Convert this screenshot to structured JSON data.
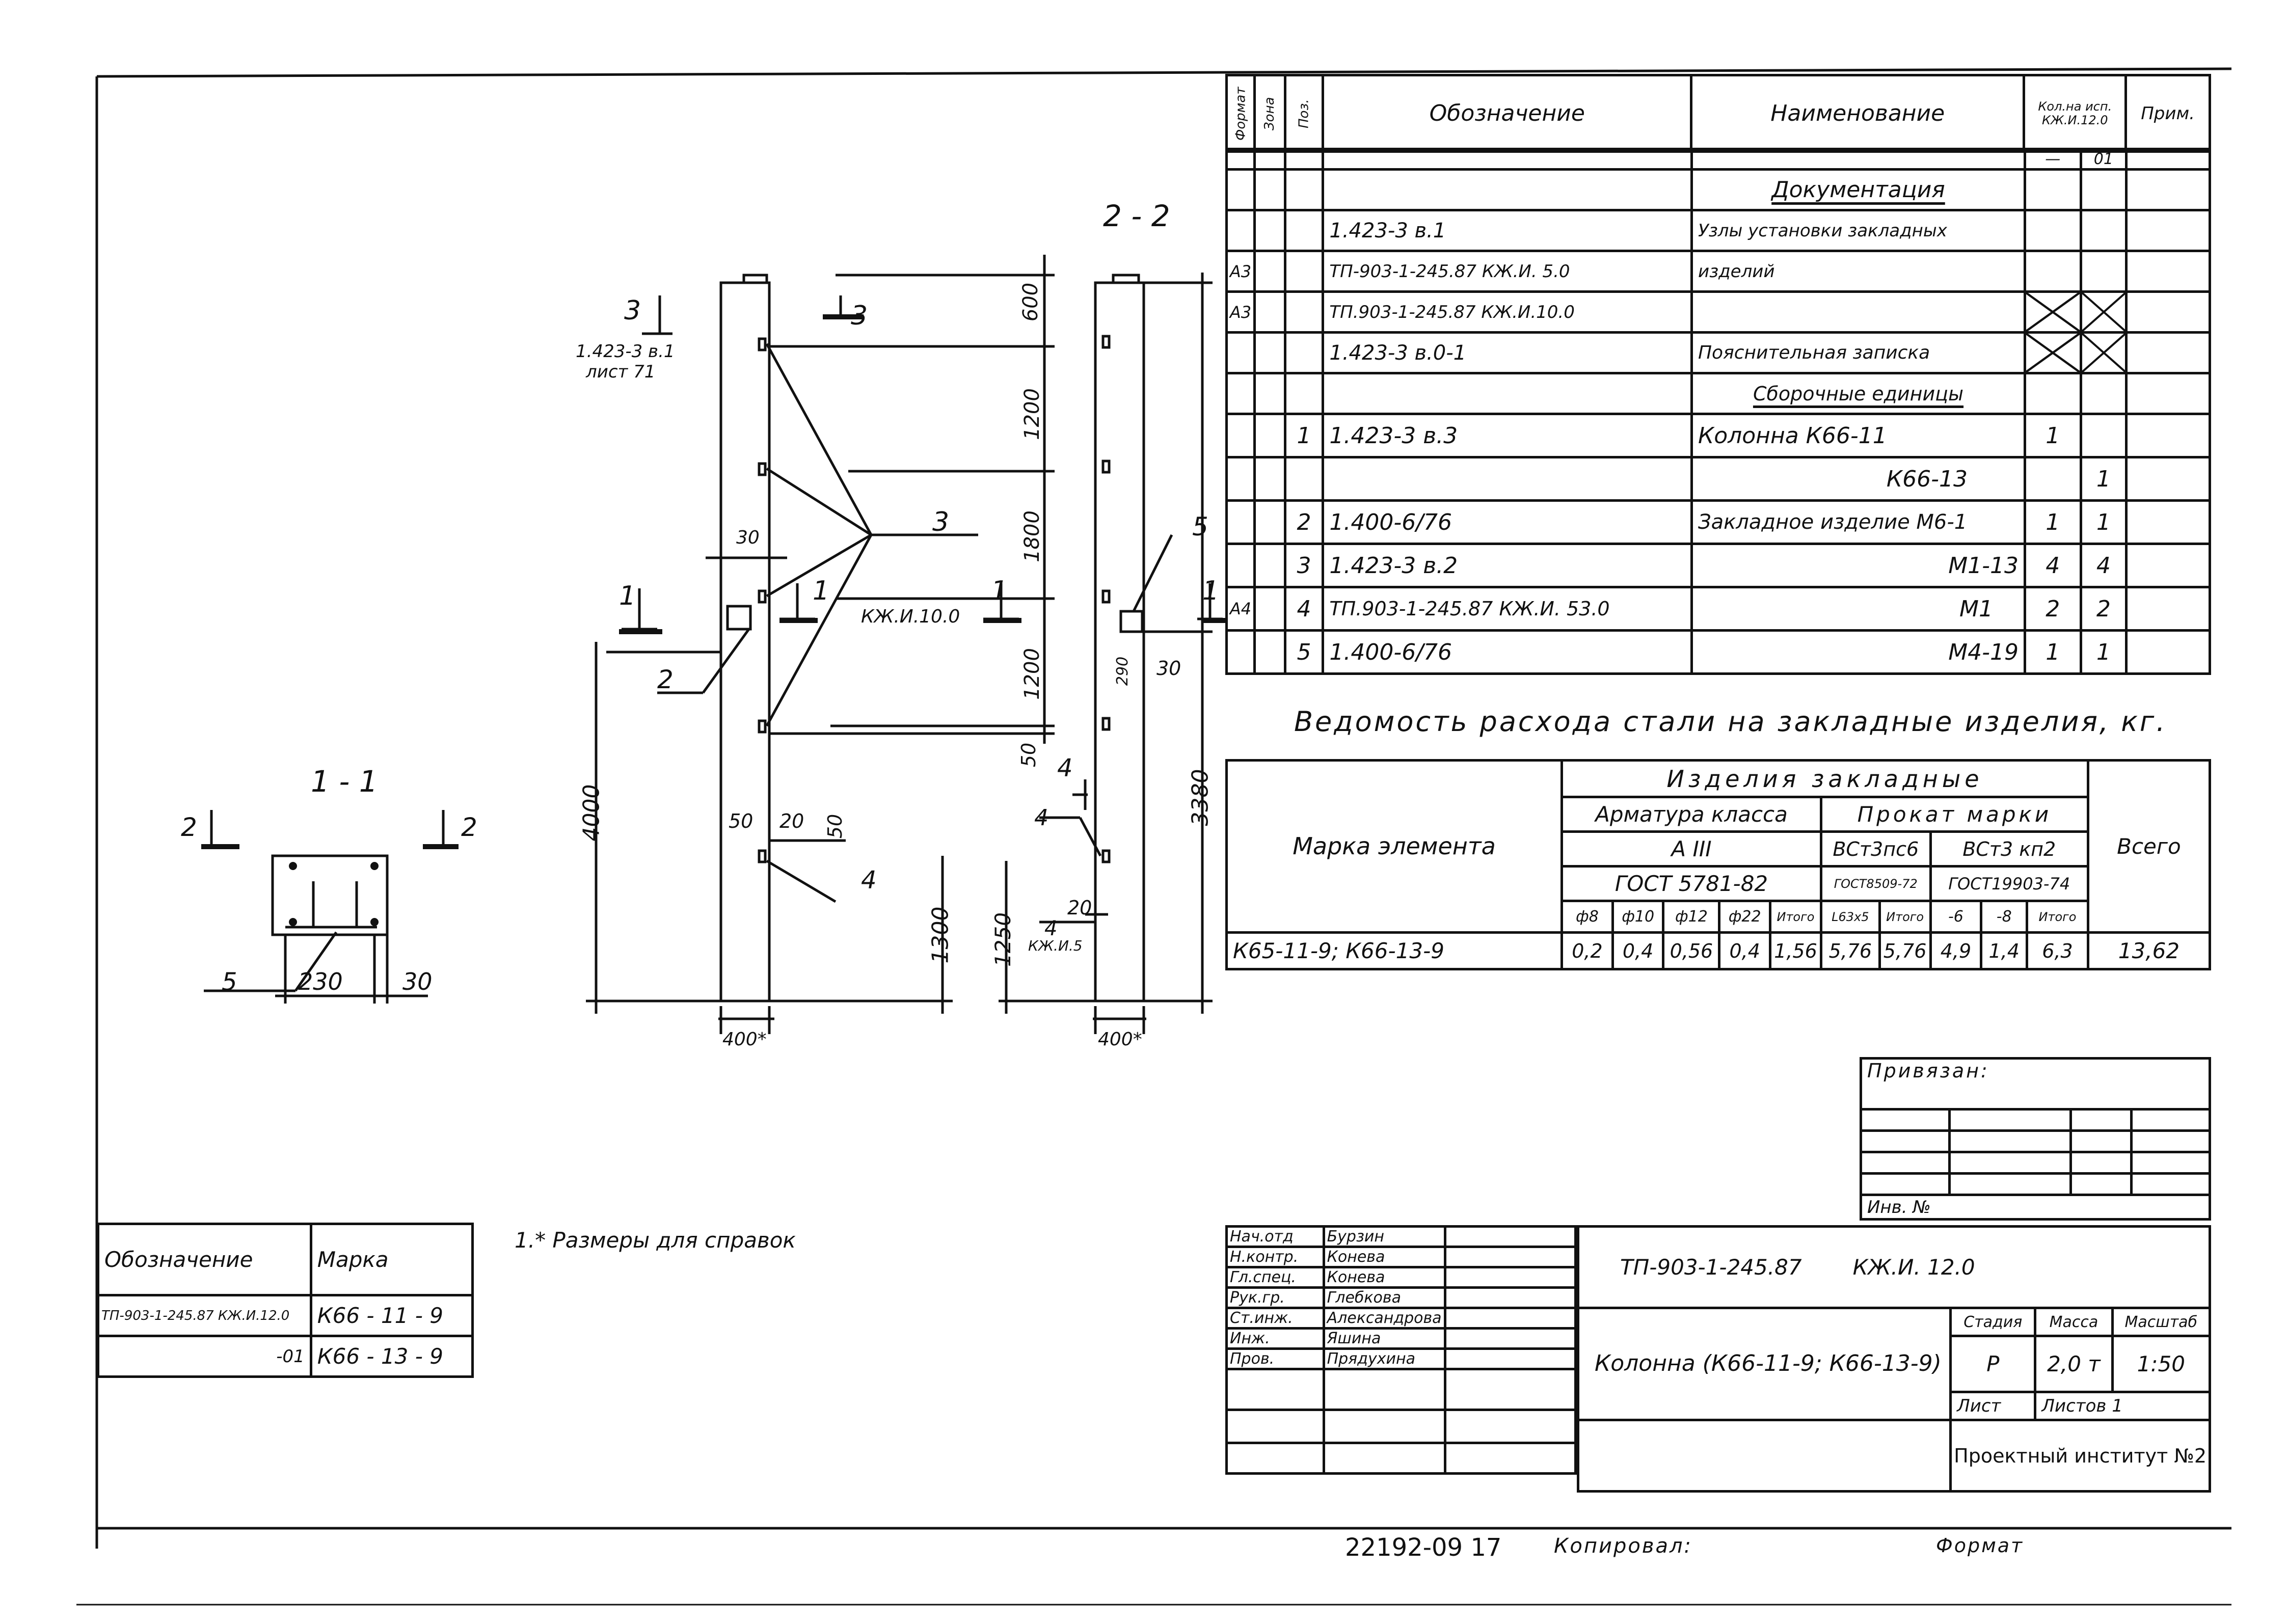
{
  "spec": {
    "headers": {
      "format": "Формат",
      "zone": "Зона",
      "pos": "Поз.",
      "designation": "Обозначение",
      "name": "Наименование",
      "qty": "Кол.на исп. КЖ.И.12.0",
      "qty_a": "—",
      "qty_b": "01",
      "note": "Прим."
    },
    "rows": [
      {
        "format": "",
        "zone": "",
        "pos": "",
        "designation": "",
        "name": "Документация",
        "q1": "",
        "q2": "",
        "note": ""
      },
      {
        "format": "",
        "zone": "",
        "pos": "",
        "designation": "1.423-3 в.1",
        "name": "Узлы установки закладных",
        "q1": "",
        "q2": "",
        "note": ""
      },
      {
        "format": "А3",
        "zone": "",
        "pos": "",
        "designation": "ТП-903-1-245.87  КЖ.И. 5.0",
        "name": "изделий",
        "q1": "",
        "q2": "",
        "note": ""
      },
      {
        "format": "А3",
        "zone": "",
        "pos": "",
        "designation": "ТП.903-1-245.87   КЖ.И.10.0",
        "name": "",
        "q1": "",
        "q2": "",
        "note": ""
      },
      {
        "format": "",
        "zone": "",
        "pos": "",
        "designation": "1.423-3  в.0-1",
        "name": "Пояснительная записка",
        "q1": "",
        "q2": "",
        "note": ""
      },
      {
        "format": "",
        "zone": "",
        "pos": "",
        "designation": "",
        "name": "Сборочные единицы",
        "q1": "",
        "q2": "",
        "note": ""
      },
      {
        "format": "",
        "zone": "",
        "pos": "1",
        "designation": "1.423-3 в.3",
        "name": "Колонна  К66-11",
        "q1": "1",
        "q2": "",
        "note": ""
      },
      {
        "format": "",
        "zone": "",
        "pos": "",
        "designation": "",
        "name": "К66-13",
        "q1": "",
        "q2": "1",
        "note": ""
      },
      {
        "format": "",
        "zone": "",
        "pos": "2",
        "designation": "1.400-6/76",
        "name": "Закладное изделие М6-1",
        "q1": "1",
        "q2": "1",
        "note": ""
      },
      {
        "format": "",
        "zone": "",
        "pos": "3",
        "designation": "1.423-3 в.2",
        "name": "М1-13",
        "q1": "4",
        "q2": "4",
        "note": ""
      },
      {
        "format": "А4",
        "zone": "",
        "pos": "4",
        "designation": "ТП.903-1-245.87  КЖ.И. 53.0",
        "name": "М1",
        "q1": "2",
        "q2": "2",
        "note": ""
      },
      {
        "format": "",
        "zone": "",
        "pos": "5",
        "designation": "1.400-6/76",
        "name": "М4-19",
        "q1": "1",
        "q2": "1",
        "note": ""
      }
    ]
  },
  "steel": {
    "title": "Ведомость расхода стали на закладные изделия, кг.",
    "h_items": "Изделия  закладные",
    "h_mark": "Марка элемента",
    "h_rebar": "Арматура класса",
    "h_rebar_class": "А III",
    "h_rebar_gost": "ГОСТ 5781-82",
    "h_rolled": "Прокат  марки",
    "h_rolled_a": "ВСт3пс6",
    "h_rolled_b": "ВСт3 кп2",
    "h_gost_a": "ГОСТ8509-72",
    "h_gost_b": "ГОСТ19903-74",
    "h_total": "Всего",
    "cols": [
      "ф8",
      "ф10",
      "ф12",
      "ф22",
      "Итого",
      "L63x5",
      "Итого",
      "-6",
      "-8",
      "Итого"
    ],
    "row": {
      "mark": "К65-11-9; К66-13-9",
      "values": [
        "0,2",
        "0,4",
        "0,56",
        "0,4",
        "1,56",
        "5,76",
        "5,76",
        "4,9",
        "1,4",
        "6,3"
      ],
      "total": "13,62"
    }
  },
  "privyazan": {
    "title": "Привязан:",
    "inv": "Инв. №"
  },
  "marks": {
    "h_designation": "Обозначение",
    "h_mark": "Марка",
    "rows": [
      {
        "designation": "ТП-903-1-245.87 КЖ.И.12.0",
        "mark": "К66 - 11 - 9"
      },
      {
        "designation": "-01",
        "mark": "К66 - 13 - 9"
      }
    ]
  },
  "note": "1.* Размеры для справок",
  "titleblock": {
    "people": [
      {
        "role": "Нач.отд",
        "name": "Бурзин"
      },
      {
        "role": "Н.контр.",
        "name": "Конева"
      },
      {
        "role": "Гл.спец.",
        "name": "Конева"
      },
      {
        "role": "Рук.гр.",
        "name": "Глебкова"
      },
      {
        "role": "Ст.инж.",
        "name": "Александрова"
      },
      {
        "role": "Инж.",
        "name": "Яшина"
      },
      {
        "role": "Пров.",
        "name": "Прядухина"
      }
    ],
    "doc_code": "ТП-903-1-245.87",
    "doc_sheet": "КЖ.И. 12.0",
    "name": "Колонна  (К66-11-9; К66-13-9)",
    "stage_h": "Стадия",
    "mass_h": "Масса",
    "scale_h": "Масштаб",
    "stage": "Р",
    "mass": "2,0 т",
    "scale": "1:50",
    "sheet_h": "Лист",
    "sheets_h": "Листов 1",
    "org": "Проектный институт №2"
  },
  "footer": {
    "number": "22192-09  17",
    "copied": "Копировал:",
    "format": "Формат"
  },
  "drawing": {
    "sec11": "1 - 1",
    "sec22": "2 - 2",
    "lbl2": "2",
    "lbl5": "5",
    "lbl3": "3",
    "lbl1": "1",
    "lbl4": "4",
    "d230": "230",
    "d30": "30",
    "d600": "600",
    "d1200a": "1200",
    "d1800": "1800",
    "d1200b": "1200",
    "d50": "50",
    "d4000": "4000",
    "d20": "20",
    "d1300": "1300",
    "d400": "400*",
    "d3380": "3380",
    "d1250": "1250",
    "d290": "290",
    "ref_a": "1.423-3 в.1",
    "ref_b": "лист 71",
    "kj10": "КЖ.И.10.0",
    "kj5": "КЖ.И.5"
  }
}
